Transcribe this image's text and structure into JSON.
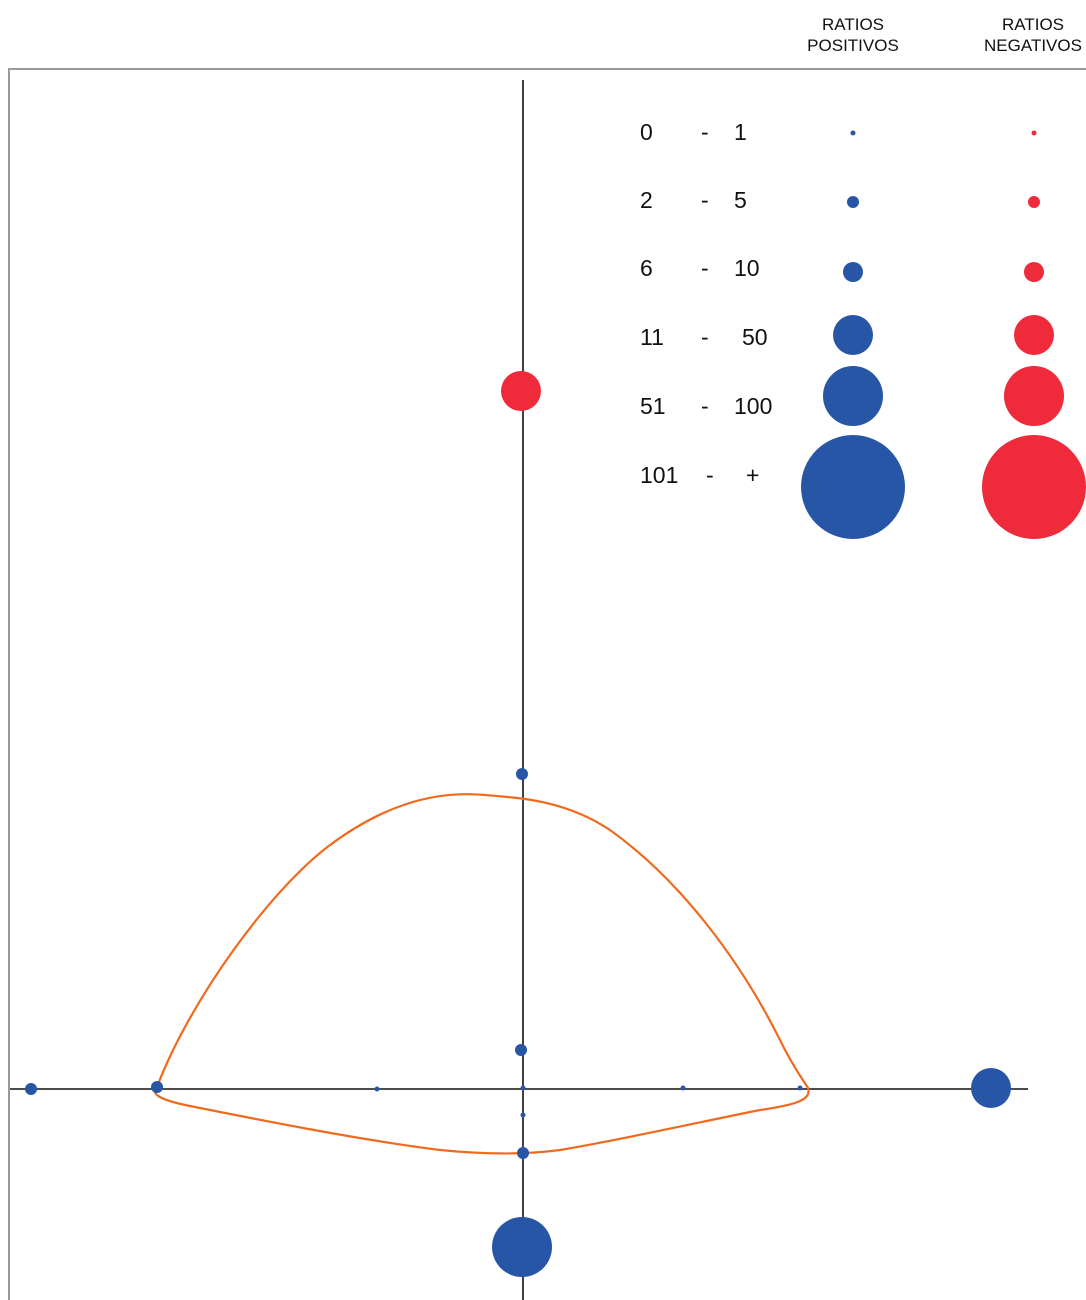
{
  "legend": {
    "col_positive": [
      "RATIOS",
      "POSITIVOS"
    ],
    "col_negative": [
      "RATIOS",
      "NEGATIVOS"
    ],
    "ranges": [
      {
        "low": "0",
        "sep": "-",
        "high": "1"
      },
      {
        "low": "2",
        "sep": "-",
        "high": "5"
      },
      {
        "low": "6",
        "sep": "-",
        "high": "10"
      },
      {
        "low": "11",
        "sep": "-",
        "high": "50"
      },
      {
        "low": "51",
        "sep": "-",
        "high": "100"
      },
      {
        "low": "101",
        "sep": "-",
        "high": "+"
      }
    ]
  },
  "colors": {
    "positive": "#2756a7",
    "negative": "#ee2a3b",
    "outline": "#f06a1d",
    "axis": "#111111",
    "frame": "#9a9a9a"
  },
  "chart_data": {
    "type": "scatter",
    "size_classes": [
      "0 - 1",
      "2 - 5",
      "6 - 10",
      "11 - 50",
      "51 - 100",
      "101 - +"
    ],
    "series": [
      {
        "name": "RATIOS POSITIVOS",
        "color": "#2756a7"
      },
      {
        "name": "RATIOS NEGATIVOS",
        "color": "#ee2a3b"
      }
    ]
  }
}
